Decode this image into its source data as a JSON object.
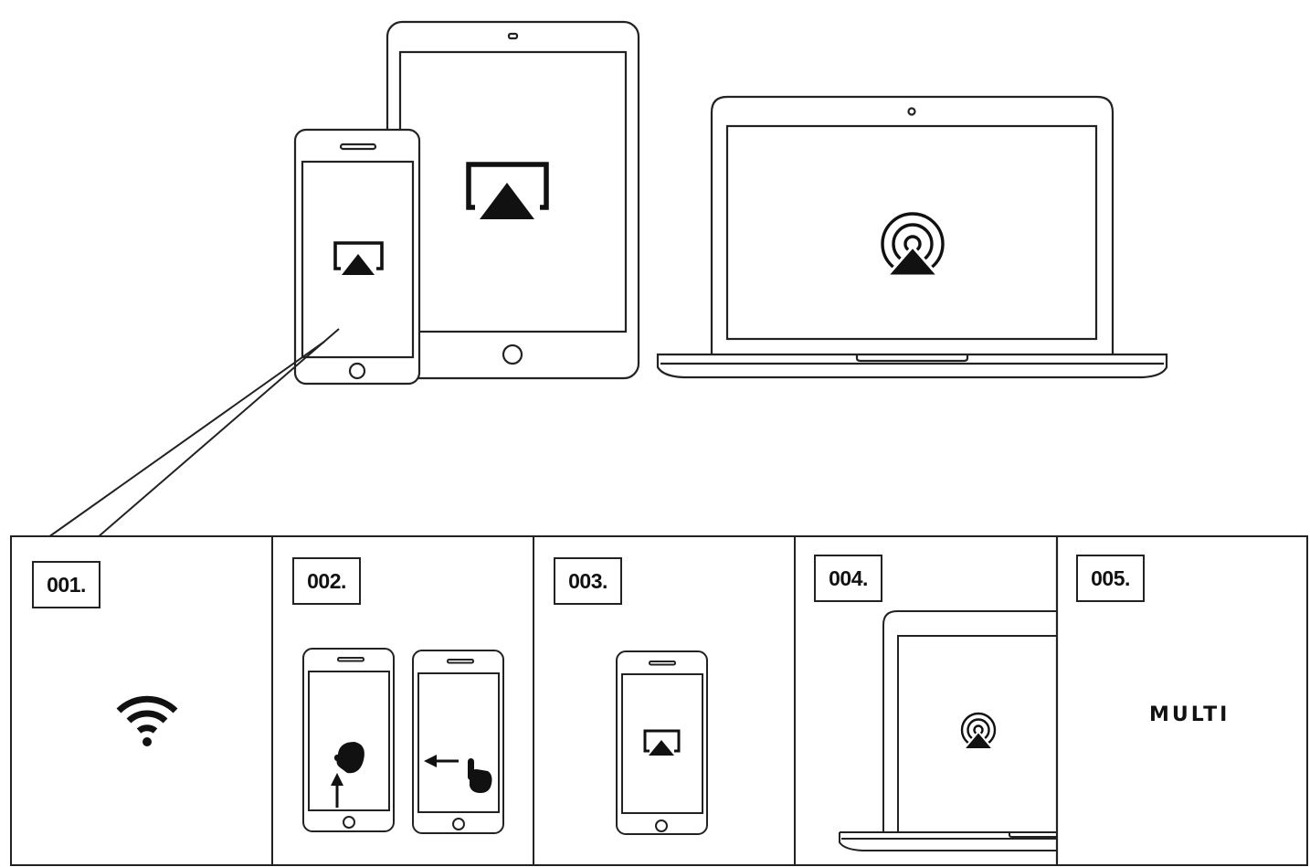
{
  "colors": {
    "stroke": "#222222",
    "fill": "#111111",
    "background": "#ffffff"
  },
  "devices": {
    "phone": {
      "screen_icon": "airplay-icon"
    },
    "tablet": {
      "screen_icon": "airplay-icon"
    },
    "laptop": {
      "screen_icon": "airplay-audio-icon"
    }
  },
  "steps": [
    {
      "label": "001.",
      "icon": "wifi-icon"
    },
    {
      "label": "002.",
      "icon": "swipe-gesture-icon"
    },
    {
      "label": "003.",
      "icon": "airplay-icon"
    },
    {
      "label": "004.",
      "icon": "airplay-audio-icon"
    },
    {
      "label": "005.",
      "text": "MULTI"
    }
  ]
}
